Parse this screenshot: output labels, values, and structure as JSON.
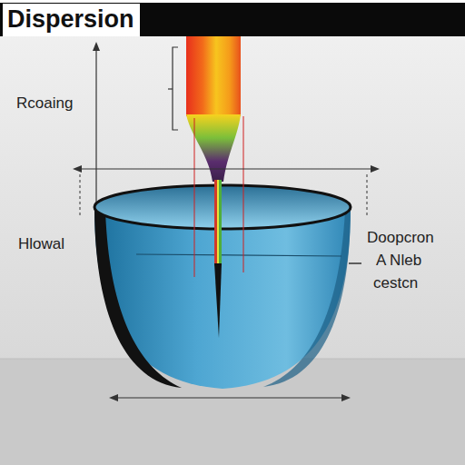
{
  "diagram": {
    "title": "Dispersion",
    "labels": [
      "Rcoaing",
      "Hlowal",
      "Doopcron",
      "A Nleb",
      "cestcn"
    ]
  }
}
